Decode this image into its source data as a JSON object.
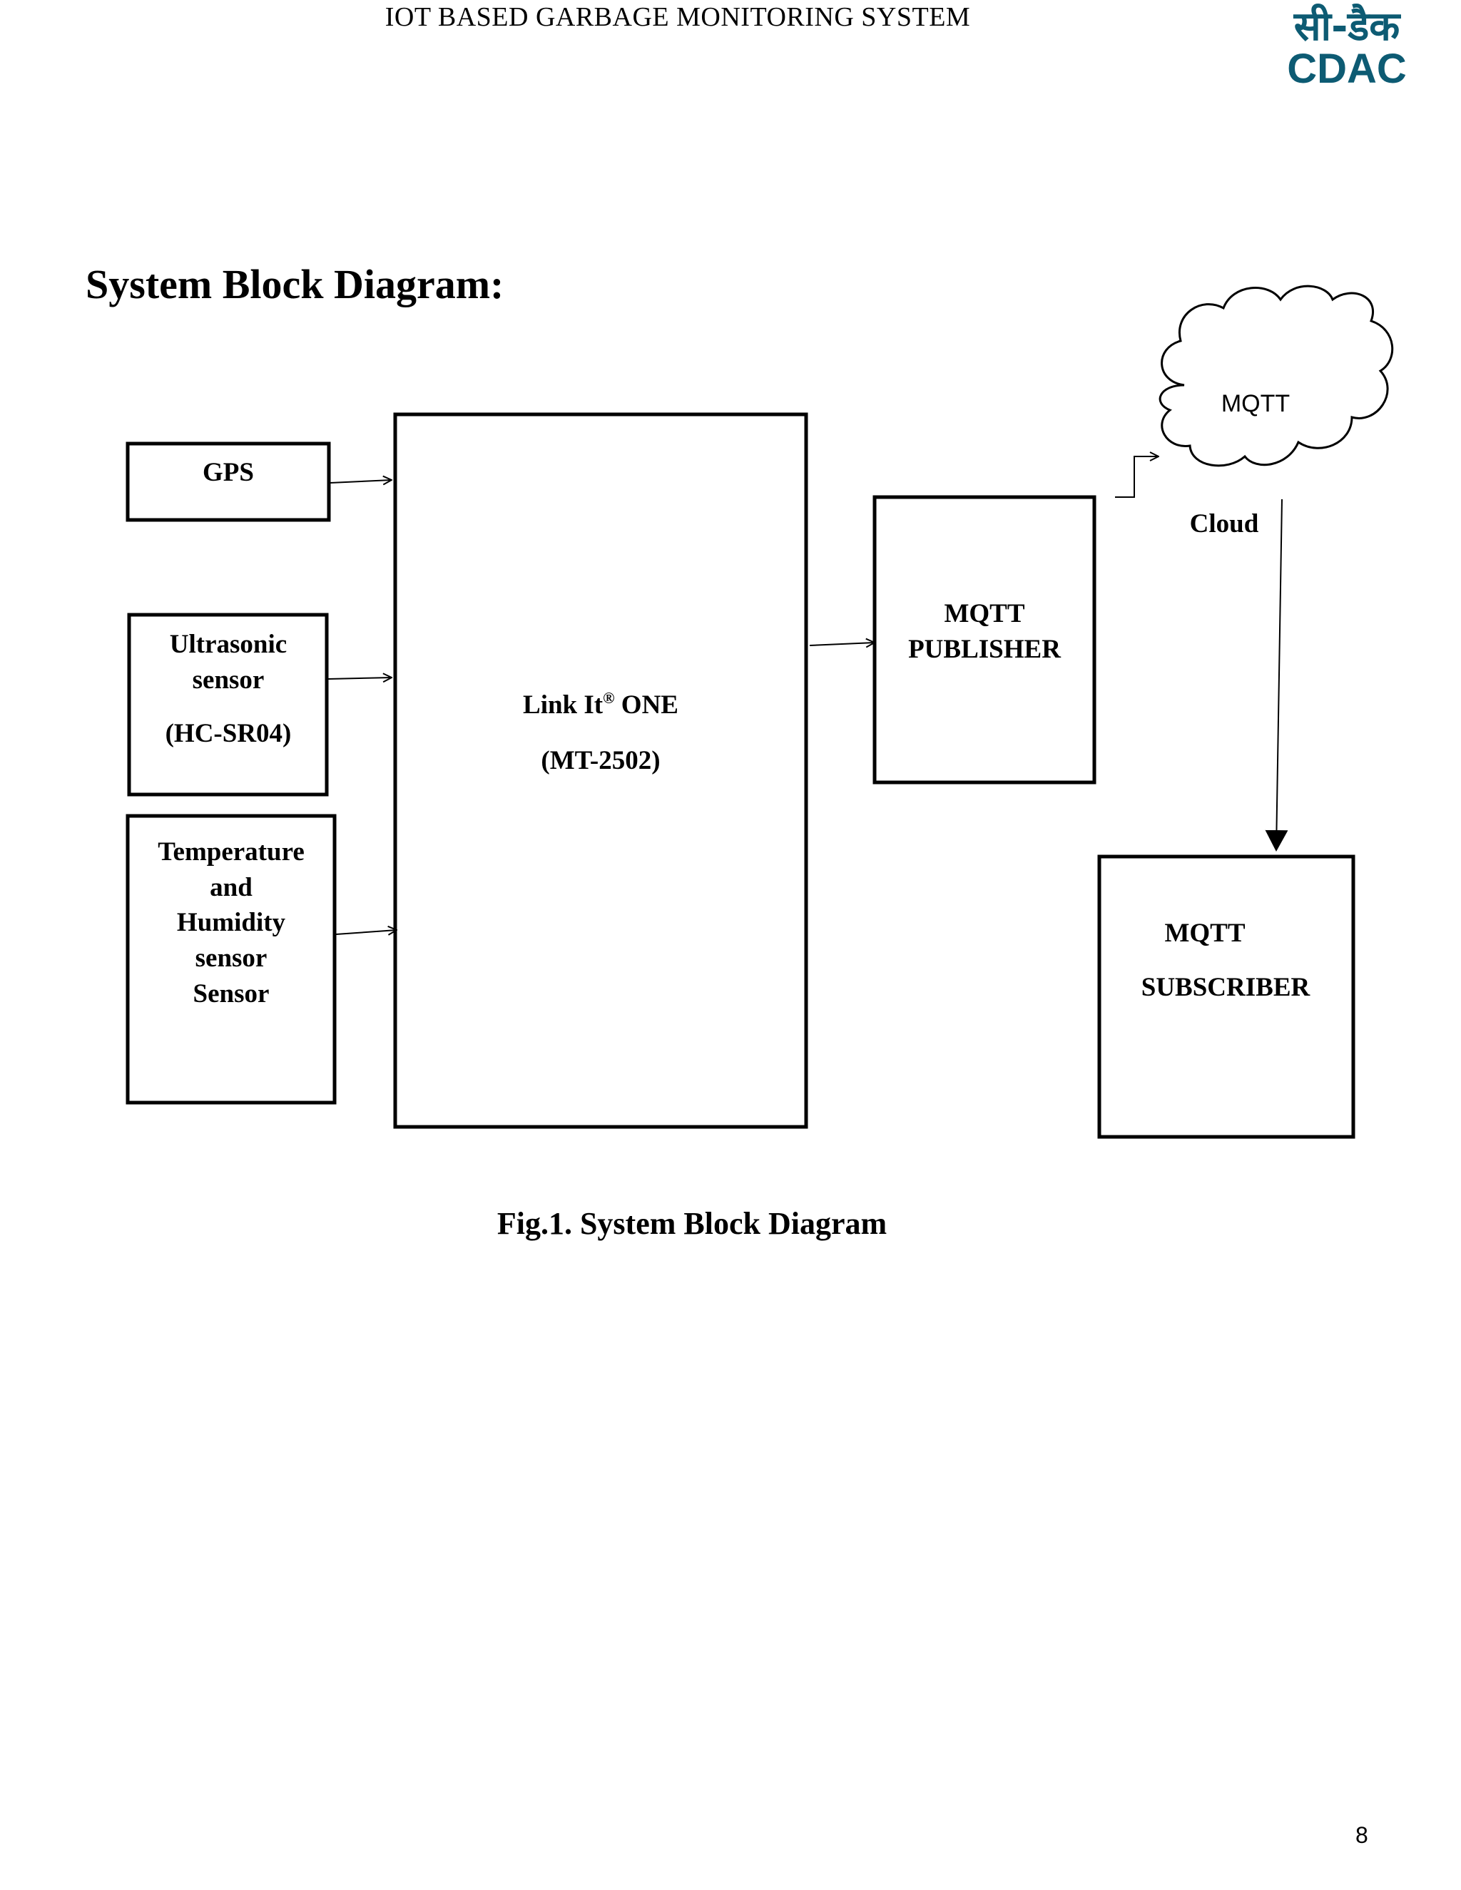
{
  "header": {
    "title": "IOT BASED GARBAGE MONITORING SYSTEM",
    "logo_text_hindi": "सी-डैक",
    "logo_text_latin": "CDAC",
    "logo_color": "#0d5b73"
  },
  "heading": "System Block Diagram:",
  "diagram": {
    "gps": "GPS",
    "ultrasonic": [
      "Ultrasonic",
      "sensor",
      "(HC-SR04)"
    ],
    "temperature": [
      "Temperature",
      "and",
      "Humidity",
      "sensor",
      "Sensor"
    ],
    "linkit": {
      "name": "Link It",
      "reg": "®",
      "suffix": " ONE",
      "model": "(MT-2502)"
    },
    "publisher": [
      "MQTT",
      "PUBLISHER"
    ],
    "cloud_label": "MQTT",
    "cloud_caption": "Cloud",
    "subscriber": [
      "MQTT",
      "SUBSCRIBER"
    ]
  },
  "caption": "Fig.1. System Block Diagram",
  "page_number": "8"
}
